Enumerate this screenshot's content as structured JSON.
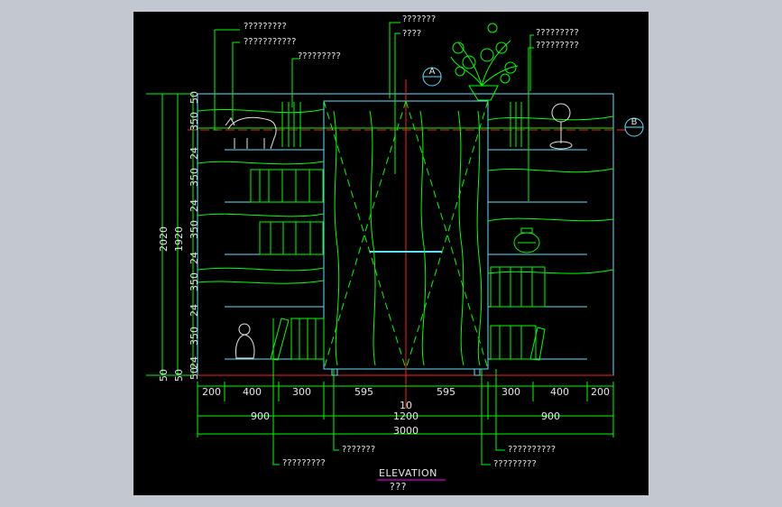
{
  "colors": {
    "background_outer": "#c3c8d0",
    "canvas": "#000000",
    "line_green": "#00ff00",
    "line_cyan": "#5fe0ff",
    "line_red": "#ff2020",
    "text": "#e8e8e8",
    "magenta": "#ff00ff"
  },
  "callouts_top": [
    "?????????",
    "???????????",
    "?????????",
    "???????",
    "????",
    "?????????",
    "?????????"
  ],
  "callouts_bottom": [
    "?????????",
    "???????",
    "??????????",
    "?????????"
  ],
  "section_markers": [
    "A",
    "B"
  ],
  "horizontal_dims": {
    "row1": [
      "200",
      "400",
      "300",
      "595",
      "595",
      "300",
      "400",
      "200"
    ],
    "center": "10",
    "row2": [
      "900",
      "1200",
      "900"
    ],
    "row3": [
      "3000"
    ]
  },
  "vertical_dims": {
    "inner": [
      "50",
      "350",
      "24",
      "350",
      "24",
      "350",
      "24",
      "350",
      "24",
      "350",
      "24",
      "50"
    ],
    "middle": [
      "1920",
      "50"
    ],
    "outer": [
      "2020",
      "50"
    ]
  },
  "title": {
    "main": "ELEVATION",
    "sub": "???"
  }
}
